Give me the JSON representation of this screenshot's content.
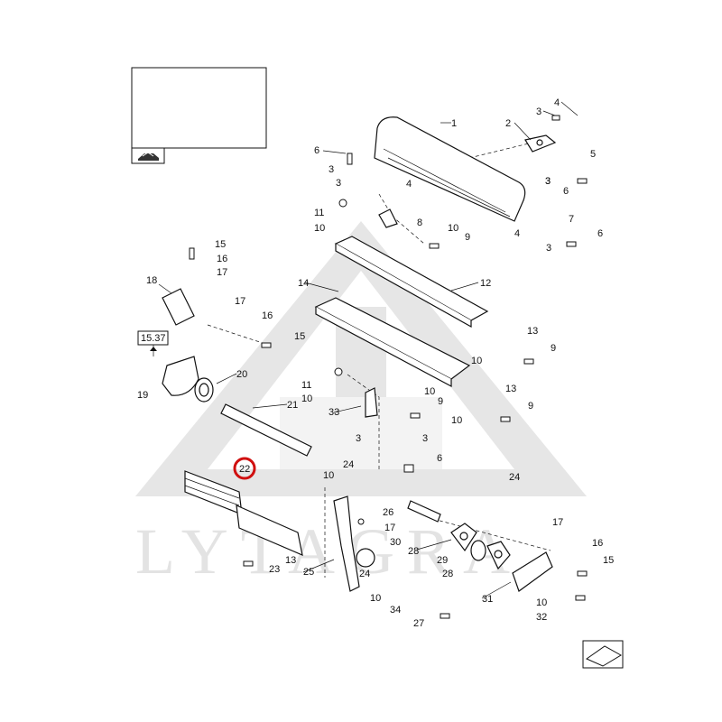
{
  "watermark": {
    "brand": "LYTAGRA"
  },
  "reference_box": {
    "page_ref": "15.37"
  },
  "highlighted_part": "22",
  "callouts": [
    {
      "label": "1"
    },
    {
      "label": "2"
    },
    {
      "label": "3"
    },
    {
      "label": "4"
    },
    {
      "label": "3"
    },
    {
      "label": "5"
    },
    {
      "label": "3"
    },
    {
      "label": "6"
    },
    {
      "label": "6"
    },
    {
      "label": "3"
    },
    {
      "label": "3"
    },
    {
      "label": "4"
    },
    {
      "label": "11"
    },
    {
      "label": "10"
    },
    {
      "label": "8"
    },
    {
      "label": "10"
    },
    {
      "label": "9"
    },
    {
      "label": "4"
    },
    {
      "label": "7"
    },
    {
      "label": "3"
    },
    {
      "label": "6"
    },
    {
      "label": "15"
    },
    {
      "label": "16"
    },
    {
      "label": "17"
    },
    {
      "label": "18"
    },
    {
      "label": "17"
    },
    {
      "label": "16"
    },
    {
      "label": "15"
    },
    {
      "label": "14"
    },
    {
      "label": "12"
    },
    {
      "label": "13"
    },
    {
      "label": "10"
    },
    {
      "label": "9"
    },
    {
      "label": "19"
    },
    {
      "label": "20"
    },
    {
      "label": "21"
    },
    {
      "label": "11"
    },
    {
      "label": "10"
    },
    {
      "label": "10"
    },
    {
      "label": "9"
    },
    {
      "label": "13"
    },
    {
      "label": "10"
    },
    {
      "label": "9"
    },
    {
      "label": "33"
    },
    {
      "label": "3"
    },
    {
      "label": "3"
    },
    {
      "label": "6"
    },
    {
      "label": "22"
    },
    {
      "label": "10"
    },
    {
      "label": "24"
    },
    {
      "label": "24"
    },
    {
      "label": "26"
    },
    {
      "label": "17"
    },
    {
      "label": "30"
    },
    {
      "label": "13"
    },
    {
      "label": "23"
    },
    {
      "label": "25"
    },
    {
      "label": "24"
    },
    {
      "label": "28"
    },
    {
      "label": "29"
    },
    {
      "label": "28"
    },
    {
      "label": "17"
    },
    {
      "label": "16"
    },
    {
      "label": "15"
    },
    {
      "label": "10"
    },
    {
      "label": "34"
    },
    {
      "label": "27"
    },
    {
      "label": "31"
    },
    {
      "label": "10"
    },
    {
      "label": "32"
    }
  ]
}
